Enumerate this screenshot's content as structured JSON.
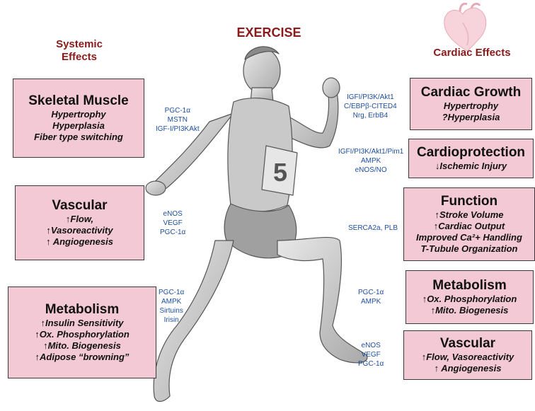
{
  "title": "EXERCISE",
  "systemic_header": [
    "Systemic",
    "Effects"
  ],
  "cardiac_header": "Cardiac Effects",
  "left_boxes": [
    {
      "title": "Skeletal Muscle",
      "lines": [
        "Hypertrophy",
        "Hyperplasia",
        "Fiber type switching"
      ]
    },
    {
      "title": "Vascular",
      "lines": [
        "↑Flow,",
        "↑Vasoreactivity",
        "↑ Angiogenesis"
      ]
    },
    {
      "title": "Metabolism",
      "lines": [
        "↑Insulin Sensitivity",
        "↑Ox. Phosphorylation",
        "↑Mito. Biogenesis",
        "↑Adipose “browning”"
      ]
    }
  ],
  "right_boxes": [
    {
      "title": "Cardiac Growth",
      "lines": [
        "Hypertrophy",
        "?Hyperplasia"
      ]
    },
    {
      "title": "Cardioprotection",
      "lines": [
        "↓Ischemic Injury"
      ]
    },
    {
      "title": "Function",
      "lines": [
        "↑Stroke Volume",
        "↑Cardiac Output",
        "Improved Ca²+ Handling",
        "T-Tubule Organization"
      ]
    },
    {
      "title": "Metabolism",
      "lines": [
        "↑Ox. Phosphorylation",
        "↑Mito. Biogenesis"
      ]
    },
    {
      "title": "Vascular",
      "lines": [
        "↑Flow, Vasoreactivity",
        "↑ Angiogenesis"
      ]
    }
  ],
  "left_mediators": [
    [
      "PGC-1α",
      "MSTN",
      "IGF-I/PI3KAkt"
    ],
    [
      "eNOS",
      "VEGF",
      "PGC-1α"
    ],
    [
      "PGC-1α",
      "AMPK",
      "Sirtuins",
      "Irisin"
    ]
  ],
  "right_mediators": [
    [
      "IGFI/PI3K/Akt1",
      "C/EBPβ-CITED4",
      "Nrg, ErbB4"
    ],
    [
      "IGFI/PI3K/Akt1/Pim1",
      "AMPK",
      "eNOS/NO"
    ],
    [
      "SERCA2a, PLB"
    ],
    [
      "PGC-1α",
      "AMPK"
    ],
    [
      "eNOS",
      "VEGF",
      "PGC-1α"
    ]
  ],
  "bib_number": "5",
  "colors": {
    "box_fill": "#f2c9d5",
    "header": "#8b1a1a",
    "mediator": "#1d4e9e"
  }
}
